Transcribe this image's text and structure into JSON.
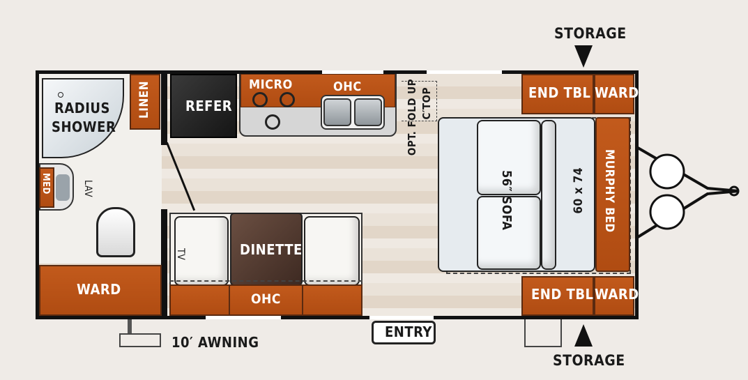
{
  "labels": {
    "storage_top": "STORAGE",
    "storage_bottom": "STORAGE",
    "awning": "10′ AWNING",
    "entry": "ENTRY",
    "radius_shower_1": "RADIUS",
    "radius_shower_2": "SHOWER",
    "linen": "LINEN",
    "refer": "REFER",
    "micro": "MICRO",
    "ohc_top": "OHC",
    "fold_up_1": "OPT. FOLD UP",
    "fold_up_2": "C′TOP",
    "end_tbl_top": "END TBL",
    "ward_top_right": "WARD",
    "end_tbl_bottom": "END TBL",
    "ward_bottom_right": "WARD",
    "med": "MED",
    "lav": "LAV",
    "ward_left": "WARD",
    "tv": "TV",
    "dinette": "DINETTE",
    "ohc_bottom": "OHC",
    "sofa": "56″ SOFA",
    "bed_size": "60 x 74",
    "murphy_bed": "MURPHY BED"
  },
  "colors": {
    "background": "#efebe7",
    "wall": "#111111",
    "cabinet_orange": "#b8521a",
    "counter_gray": "#d9d9d9",
    "floor_wood": "#e6dcd0",
    "dinette_table": "#5a4236"
  }
}
